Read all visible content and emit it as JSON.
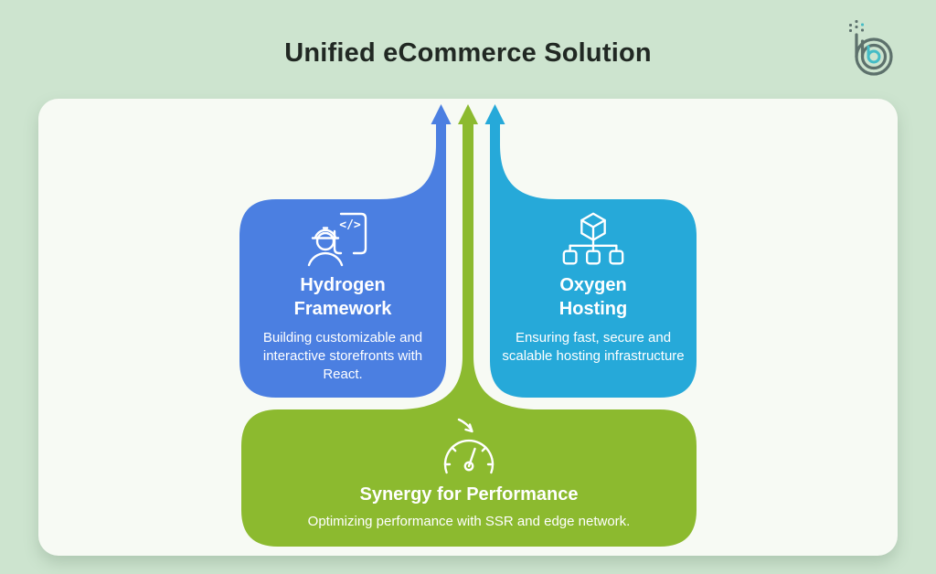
{
  "page": {
    "title": "Unified eCommerce Solution"
  },
  "colors": {
    "background": "#cde4cf",
    "card": "#f7faf4",
    "title_text": "#212823",
    "logo_dark": "#5d716c",
    "logo_teal": "#45bcc6"
  },
  "diagram": {
    "hydrogen": {
      "color": "#4b7fe1",
      "icon": "engineer-code-icon",
      "code_glyph": "</>",
      "title": "Hydrogen Framework",
      "description": "Building customizable and interactive storefronts with React."
    },
    "oxygen": {
      "color": "#26a9d9",
      "icon": "cube-network-icon",
      "title": "Oxygen Hosting",
      "description": "Ensuring fast, secure and scalable hosting infrastructure"
    },
    "synergy": {
      "color": "#8cba2f",
      "icon": "speedometer-icon",
      "title": "Synergy for Performance",
      "description": "Optimizing performance with SSR and edge network."
    }
  }
}
